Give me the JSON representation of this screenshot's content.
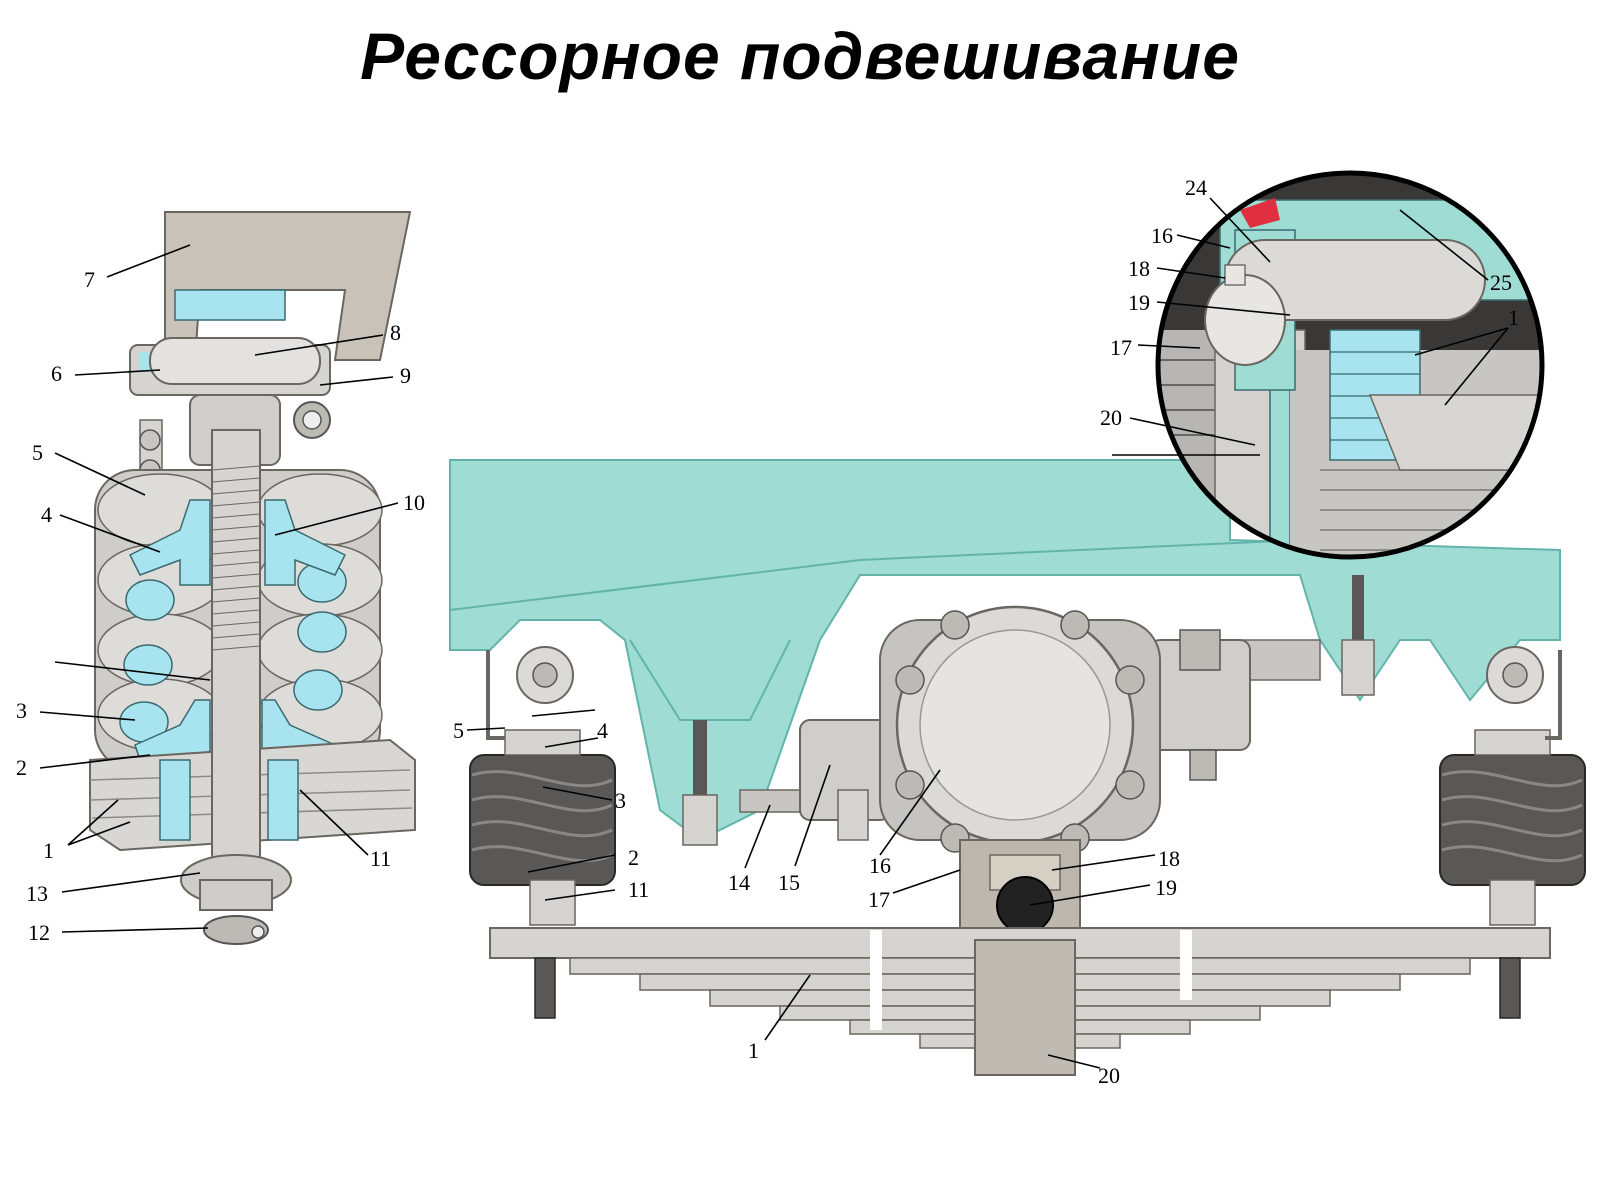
{
  "title": "Рессорное подвешивание",
  "colors": {
    "frame": "#9edcd4",
    "frame_dark": "#62b4aa",
    "metal": "#d6d4d0",
    "metal_dark": "#8e8c88",
    "section": "#a8e4f0",
    "spring": "#5a5856",
    "accent": "#e03040"
  },
  "labels": {
    "left": [
      "7",
      "8",
      "6",
      "9",
      "5",
      "10",
      "4",
      "3",
      "2",
      "1",
      "11",
      "13",
      "12"
    ],
    "main": [
      "5",
      "4",
      "3",
      "2",
      "11",
      "14",
      "15",
      "16",
      "17",
      "18",
      "19",
      "1",
      "20"
    ],
    "inset": [
      "24",
      "16",
      "18",
      "19",
      "17",
      "20",
      "25",
      "1"
    ]
  }
}
